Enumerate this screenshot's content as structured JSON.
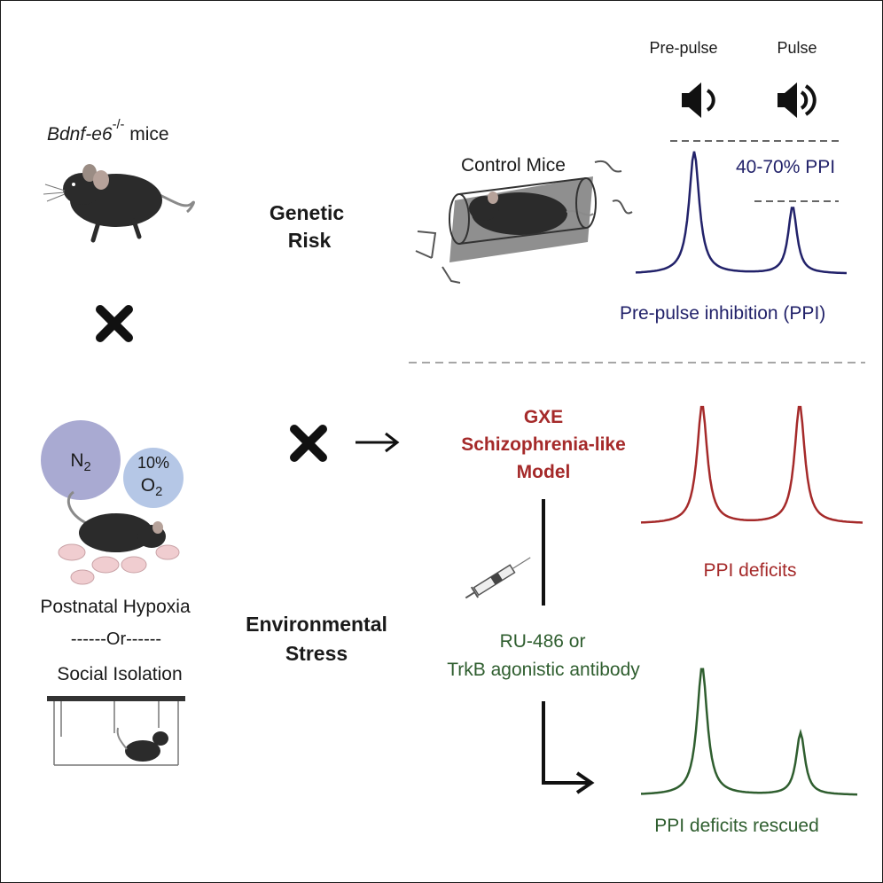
{
  "top_left": {
    "mouse_label_gene": "Bdnf-e6",
    "mouse_label_sup": "-/-",
    "mouse_label_suffix": " mice"
  },
  "genetic_risk": {
    "line1": "Genetic",
    "line2": "Risk"
  },
  "environmental_stress": {
    "line1": "Environmental",
    "line2": "Stress"
  },
  "control": {
    "label": "Control Mice",
    "prepulse_label": "Pre-pulse",
    "pulse_label": "Pulse",
    "ppi_range": "40-70% PPI",
    "caption": "Pre-pulse inhibition (PPI)"
  },
  "hypoxia": {
    "n2_main": "N",
    "n2_sub": "2",
    "o2_percent": "10%",
    "o2_main": "O",
    "o2_sub": "2",
    "caption": "Postnatal Hypoxia",
    "or_text": "------Or------",
    "isolation_caption": "Social Isolation"
  },
  "gxe": {
    "line1": "GXE",
    "line2": "Schizophrenia-like",
    "line3": "Model",
    "deficit_caption": "PPI deficits"
  },
  "treatment": {
    "line1": "RU-486 or",
    "line2": "TrkB agonistic antibody",
    "rescued_caption": "PPI deficits rescued"
  },
  "colors": {
    "navy": "#22226a",
    "red": "#a52a2a",
    "green": "#2f5e2f",
    "n2_circle": "#a9aad2",
    "o2_circle": "#b5c7e6",
    "mouse_body": "#2b2b2b",
    "mouse_pink": "#f0cdd0"
  }
}
